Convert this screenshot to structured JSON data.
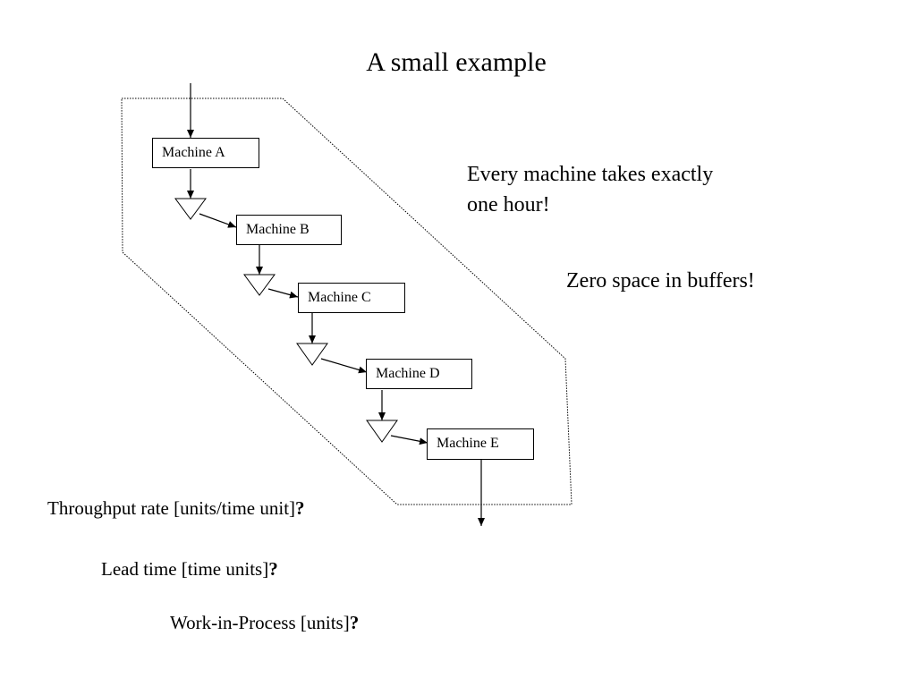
{
  "title": "A small example",
  "machines": [
    {
      "label": "Machine A"
    },
    {
      "label": "Machine B"
    },
    {
      "label": "Machine C"
    },
    {
      "label": "Machine D"
    },
    {
      "label": "Machine E"
    }
  ],
  "notes": {
    "timing_line1": "Every machine takes exactly",
    "timing_line2": "one hour!",
    "buffers": "Zero space in buffers!"
  },
  "questions": [
    {
      "text": "Throughput rate [units/time unit]",
      "mark": "?"
    },
    {
      "text": "Lead time [time units]",
      "mark": "?"
    },
    {
      "text": "Work-in-Process [units]",
      "mark": "?"
    }
  ]
}
